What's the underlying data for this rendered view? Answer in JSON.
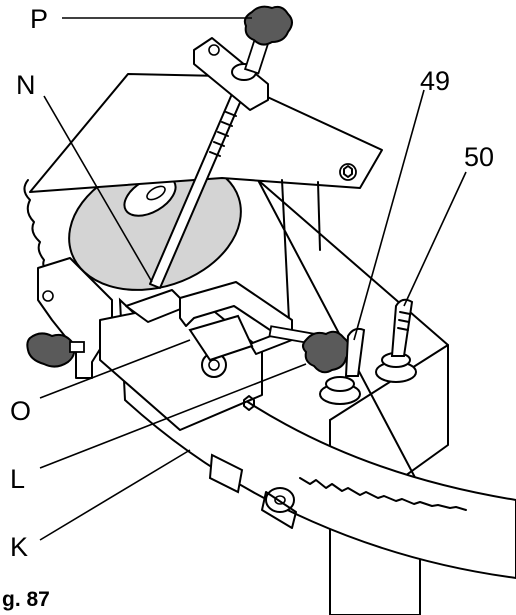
{
  "labels": {
    "P": "P",
    "N": "N",
    "O": "O",
    "L": "L",
    "K": "K",
    "n49": "49",
    "n50": "50"
  },
  "caption": "g. 87"
}
